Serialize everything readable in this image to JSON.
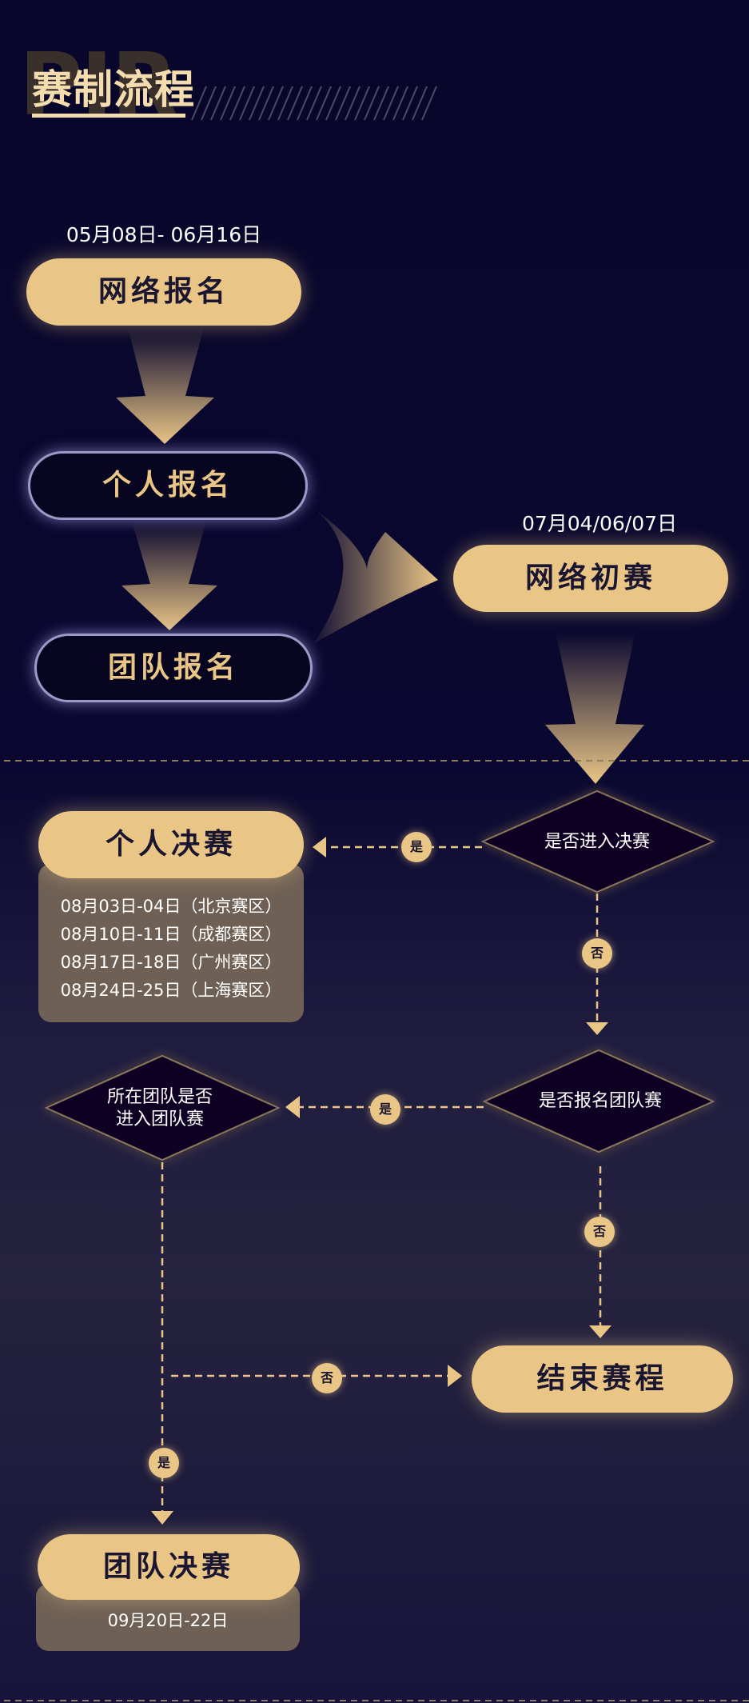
{
  "header": {
    "title": "赛制流程",
    "bg_letters": "PIR"
  },
  "nodes": {
    "signup_online": {
      "date": "05月08日- 06月16日",
      "label": "网络报名"
    },
    "signup_individual": {
      "label": "个人报名"
    },
    "signup_team": {
      "label": "团队报名"
    },
    "preliminary": {
      "date": "07月04/06/07日",
      "label": "网络初赛"
    },
    "individual_final": {
      "label": "个人决赛",
      "schedule": [
        "08月03日-04日（北京赛区）",
        "08月10日-11日（成都赛区）",
        "08月17日-18日（广州赛区）",
        "08月24日-25日（上海赛区）"
      ]
    },
    "decision_final": {
      "label": "是否进入决赛"
    },
    "decision_team_signup": {
      "label": "是否报名团队赛"
    },
    "decision_team_enter": {
      "label_line1": "所在团队是否",
      "label_line2": "进入团队赛"
    },
    "end": {
      "label": "结束赛程"
    },
    "team_final": {
      "label": "团队决赛",
      "date": "09月20日-22日"
    }
  },
  "edges": {
    "yes": "是",
    "no": "否"
  },
  "colors": {
    "gold": "#e9c586",
    "navy": "#070520",
    "info_box": "#6f6055",
    "glow": "#9c98c8"
  }
}
